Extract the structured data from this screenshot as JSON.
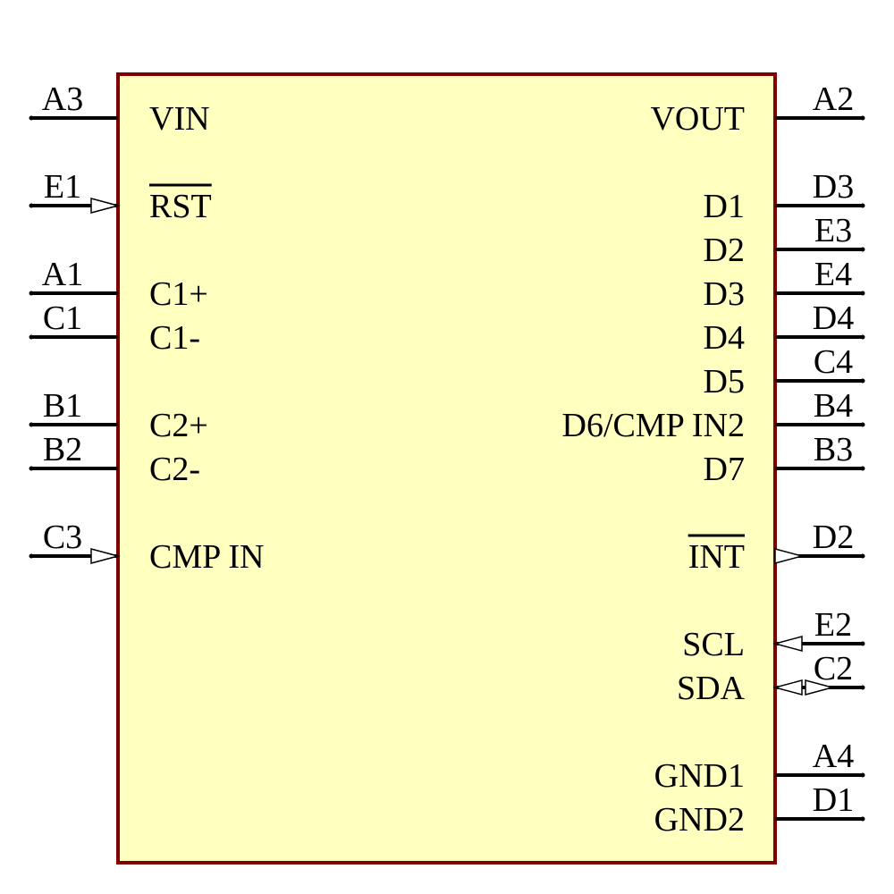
{
  "colors": {
    "body_fill": "#ffffc0",
    "body_stroke": "#800000",
    "line": "#000000",
    "background": "#ffffff"
  },
  "left_pins": [
    {
      "number": "A3",
      "name": "VIN",
      "type": "passive",
      "overbar": false
    },
    {
      "number": "E1",
      "name": "RST",
      "type": "input",
      "overbar": true
    },
    {
      "number": "A1",
      "name": "C1+",
      "type": "passive",
      "overbar": false
    },
    {
      "number": "C1",
      "name": "C1-",
      "type": "passive",
      "overbar": false
    },
    {
      "number": "B1",
      "name": "C2+",
      "type": "passive",
      "overbar": false
    },
    {
      "number": "B2",
      "name": "C2-",
      "type": "passive",
      "overbar": false
    },
    {
      "number": "C3",
      "name": "CMP IN",
      "type": "input",
      "overbar": false
    }
  ],
  "right_pins": [
    {
      "number": "A2",
      "name": "VOUT",
      "type": "passive",
      "overbar": false
    },
    {
      "number": "D3",
      "name": "D1",
      "type": "passive",
      "overbar": false
    },
    {
      "number": "E3",
      "name": "D2",
      "type": "passive",
      "overbar": false
    },
    {
      "number": "E4",
      "name": "D3",
      "type": "passive",
      "overbar": false
    },
    {
      "number": "D4",
      "name": "D4",
      "type": "passive",
      "overbar": false
    },
    {
      "number": "C4",
      "name": "D5",
      "type": "passive",
      "overbar": false
    },
    {
      "number": "B4",
      "name": "D6/CMP IN2",
      "type": "passive",
      "overbar": false
    },
    {
      "number": "B3",
      "name": "D7",
      "type": "passive",
      "overbar": false
    },
    {
      "number": "D2",
      "name": "INT",
      "type": "output",
      "overbar": true
    },
    {
      "number": "E2",
      "name": "SCL",
      "type": "input",
      "overbar": false
    },
    {
      "number": "C2",
      "name": "SDA",
      "type": "bidirectional",
      "overbar": false
    },
    {
      "number": "A4",
      "name": "GND1",
      "type": "passive",
      "overbar": false
    },
    {
      "number": "D1",
      "name": "GND2",
      "type": "passive",
      "overbar": false
    }
  ]
}
